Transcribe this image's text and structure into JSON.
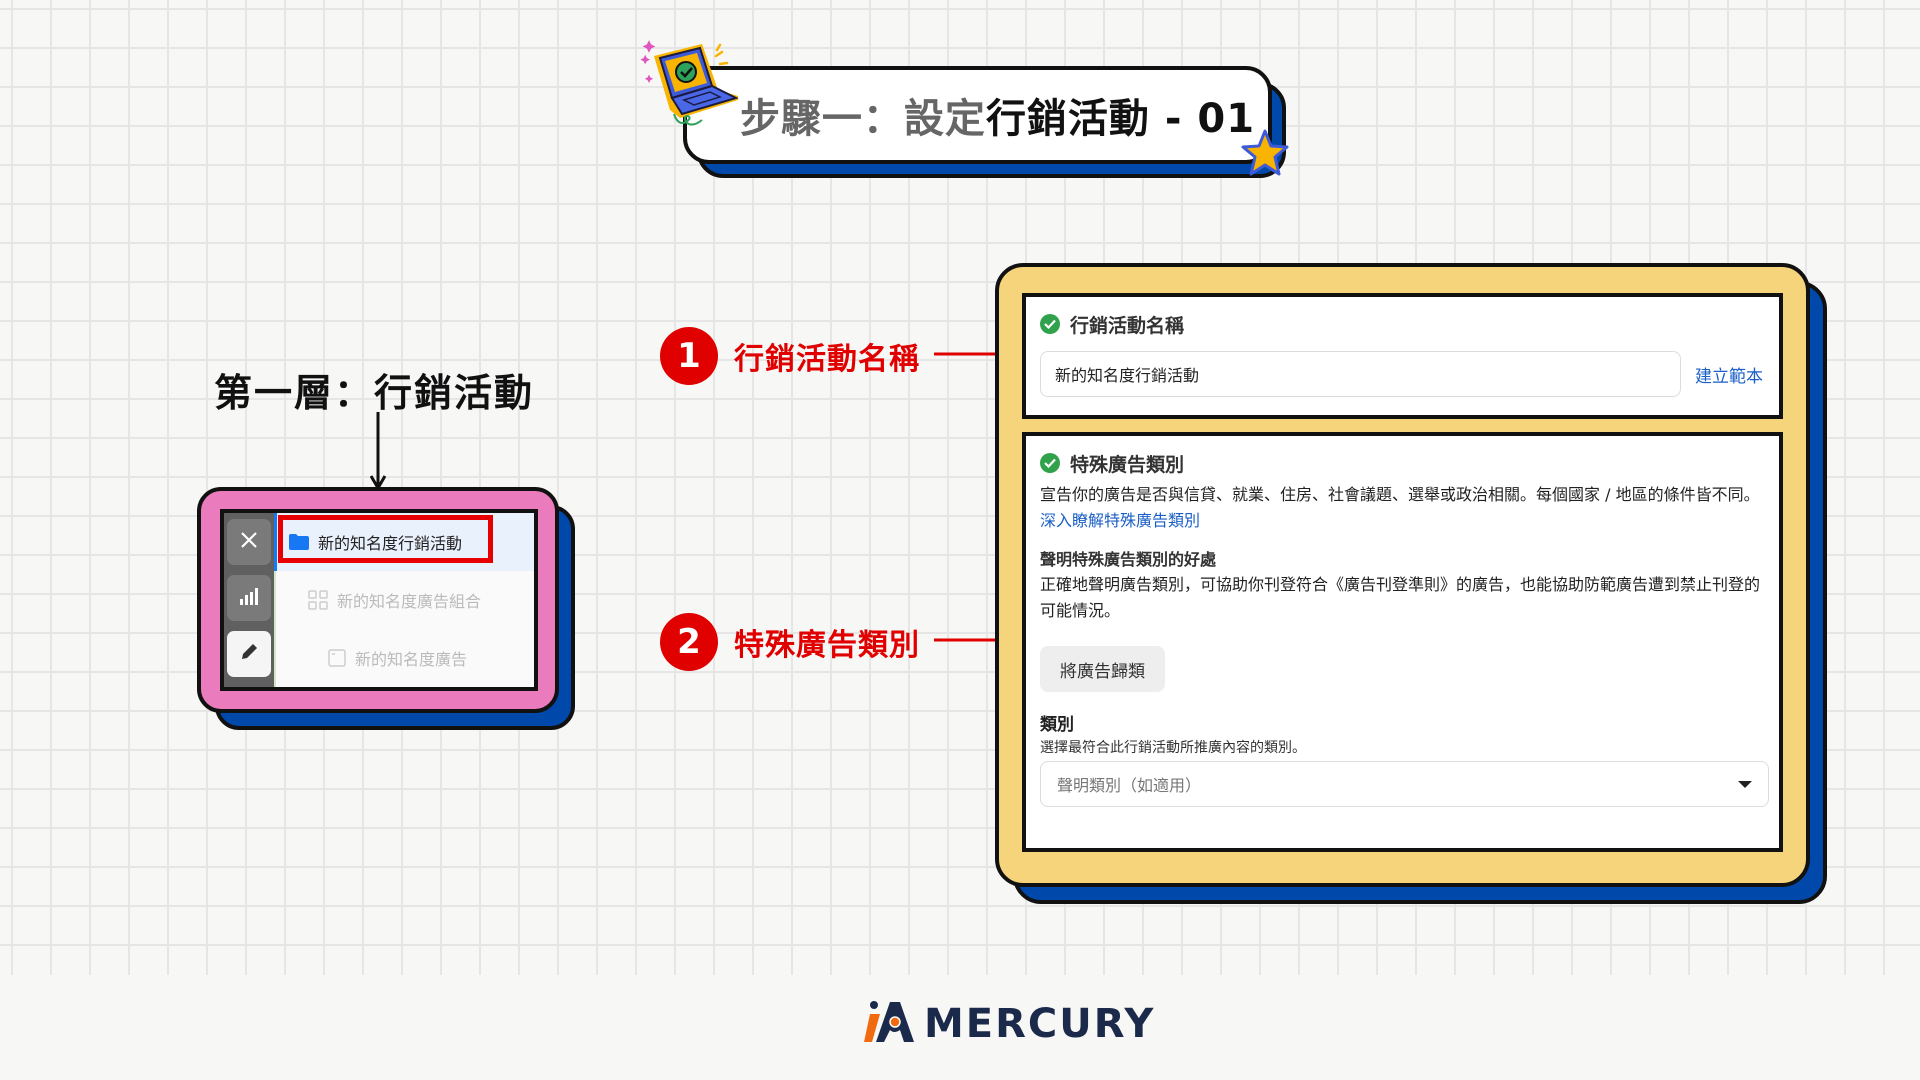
{
  "banner": {
    "title_prefix": "步驟一：設定",
    "title_main": "行銷活動 - 01"
  },
  "layer": {
    "title": "第一層：行銷活動"
  },
  "preview": {
    "rail": [
      {
        "icon": "close-icon"
      },
      {
        "icon": "bar-chart-icon"
      },
      {
        "icon": "pencil-icon",
        "active": true
      }
    ],
    "items": [
      {
        "icon": "folder-icon",
        "label": "新的知名度行銷活動",
        "selected": true
      },
      {
        "icon": "grid-icon",
        "label": "新的知名度廣告組合",
        "selected": false
      },
      {
        "icon": "ad-icon",
        "label": "新的知名度廣告",
        "selected": false
      }
    ]
  },
  "annotations": [
    {
      "number": "1",
      "label": "行銷活動名稱"
    },
    {
      "number": "2",
      "label": "特殊廣告類別"
    }
  ],
  "campaign_name": {
    "heading": "行銷活動名稱",
    "input_value": "新的知名度行銷活動",
    "template_link": "建立範本"
  },
  "special_ad": {
    "heading": "特殊廣告類別",
    "description": "宣告你的廣告是否與信貸、就業、住房、社會議題、選舉或政治相關。每個國家 / 地區的條件皆不同。",
    "learn_more_link": "深入瞭解特殊廣告類別",
    "benefit_heading": "聲明特殊廣告類別的好處",
    "benefit_text": "正確地聲明廣告類別，可協助你刊登符合《廣告刊登準則》的廣告，也能協助防範廣告遭到禁止刊登的可能情況。",
    "classify_button": "將廣告歸類",
    "category_label": "類別",
    "category_hint": "選擇最符合此行銷活動所推廣內容的類別。",
    "category_placeholder": "聲明類別（如適用）"
  },
  "footer": {
    "brand": "MERCURY"
  },
  "colors": {
    "background": "#f7f7f5",
    "grid": "#e6e6e6",
    "shadow_blue": "#0049ab",
    "pink": "#ea7bbc",
    "yellow": "#f6d47c",
    "annotation_red": "#e00000",
    "check_green": "#31a24c",
    "link_blue": "#1a5fc7",
    "logo_orange": "#f26a10",
    "logo_navy": "#1b2a4a"
  }
}
